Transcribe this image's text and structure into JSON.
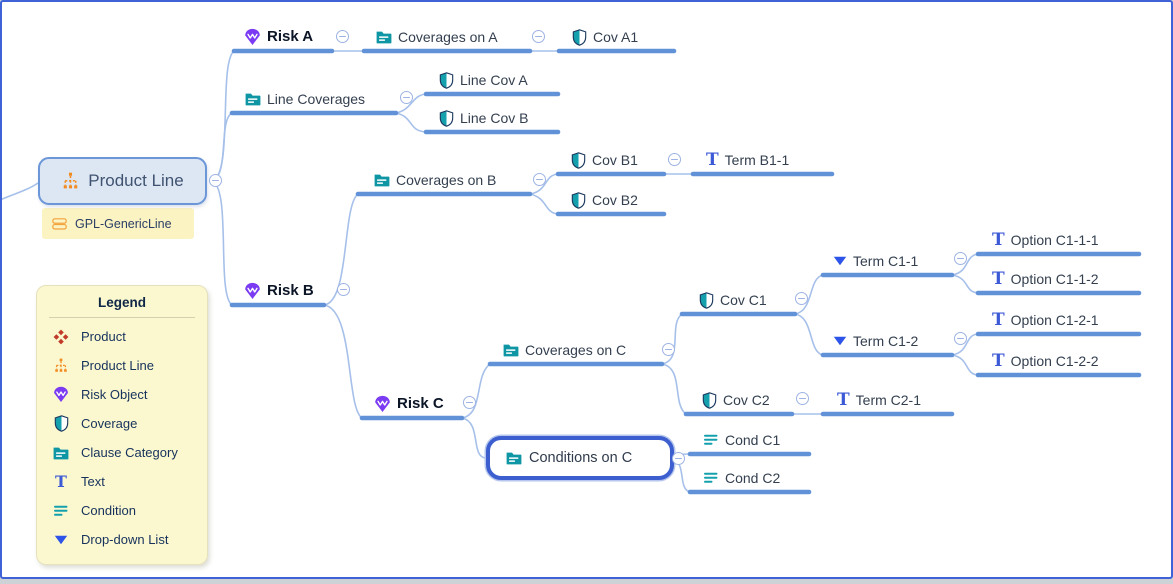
{
  "map": {
    "root": {
      "label": "Product Line",
      "tag_label": "GPL-GenericLine"
    },
    "nodes": {
      "risk_a": {
        "label": "Risk A"
      },
      "cov_on_a": {
        "label": "Coverages on A"
      },
      "cov_a1": {
        "label": "Cov A1"
      },
      "line_covs": {
        "label": "Line Coverages"
      },
      "line_cov_a": {
        "label": "Line Cov A"
      },
      "line_cov_b": {
        "label": "Line Cov B"
      },
      "risk_b": {
        "label": "Risk B"
      },
      "cov_on_b": {
        "label": "Coverages on B"
      },
      "cov_b1": {
        "label": "Cov B1"
      },
      "term_b11": {
        "label": "Term B1-1"
      },
      "cov_b2": {
        "label": "Cov B2"
      },
      "risk_c": {
        "label": "Risk C"
      },
      "cov_on_c": {
        "label": "Coverages on C"
      },
      "cov_c1": {
        "label": "Cov C1"
      },
      "term_c11": {
        "label": "Term C1-1"
      },
      "opt_c111": {
        "label": "Option C1-1-1"
      },
      "opt_c112": {
        "label": "Option C1-1-2"
      },
      "term_c12": {
        "label": "Term C1-2"
      },
      "opt_c121": {
        "label": "Option C1-2-1"
      },
      "opt_c122": {
        "label": "Option C1-2-2"
      },
      "cov_c2": {
        "label": "Cov C2"
      },
      "term_c21": {
        "label": "Term C2-1"
      },
      "cond_on_c": {
        "label": "Conditions on C"
      },
      "cond_c1": {
        "label": "Cond C1"
      },
      "cond_c2": {
        "label": "Cond C2"
      }
    }
  },
  "legend": {
    "title": "Legend",
    "items": [
      {
        "label": "Product",
        "icon": "product-icon"
      },
      {
        "label": "Product Line",
        "icon": "product-line-icon"
      },
      {
        "label": "Risk Object",
        "icon": "risk-object-icon"
      },
      {
        "label": "Coverage",
        "icon": "coverage-icon"
      },
      {
        "label": "Clause Category",
        "icon": "clause-category-icon"
      },
      {
        "label": "Text",
        "icon": "text-icon"
      },
      {
        "label": "Condition",
        "icon": "condition-icon"
      },
      {
        "label": "Drop-down List",
        "icon": "dropdown-list-icon"
      }
    ]
  },
  "glyphs": {
    "text_icon": "T"
  },
  "colors": {
    "frame_border": "#3f63d7",
    "branch": "#6191d7",
    "branch_thin": "#a6c0ea",
    "selection": "#3c5ecf",
    "teal": "#14a0ad",
    "orange": "#f28a1f",
    "purple": "#7a3bf2",
    "red": "#c23a28",
    "text_icon_blue": "#3d5ad6",
    "legend_bg": "#fbf7cf",
    "root_fill": "#dde7f4",
    "tag_fill": "#fcf3c2"
  }
}
